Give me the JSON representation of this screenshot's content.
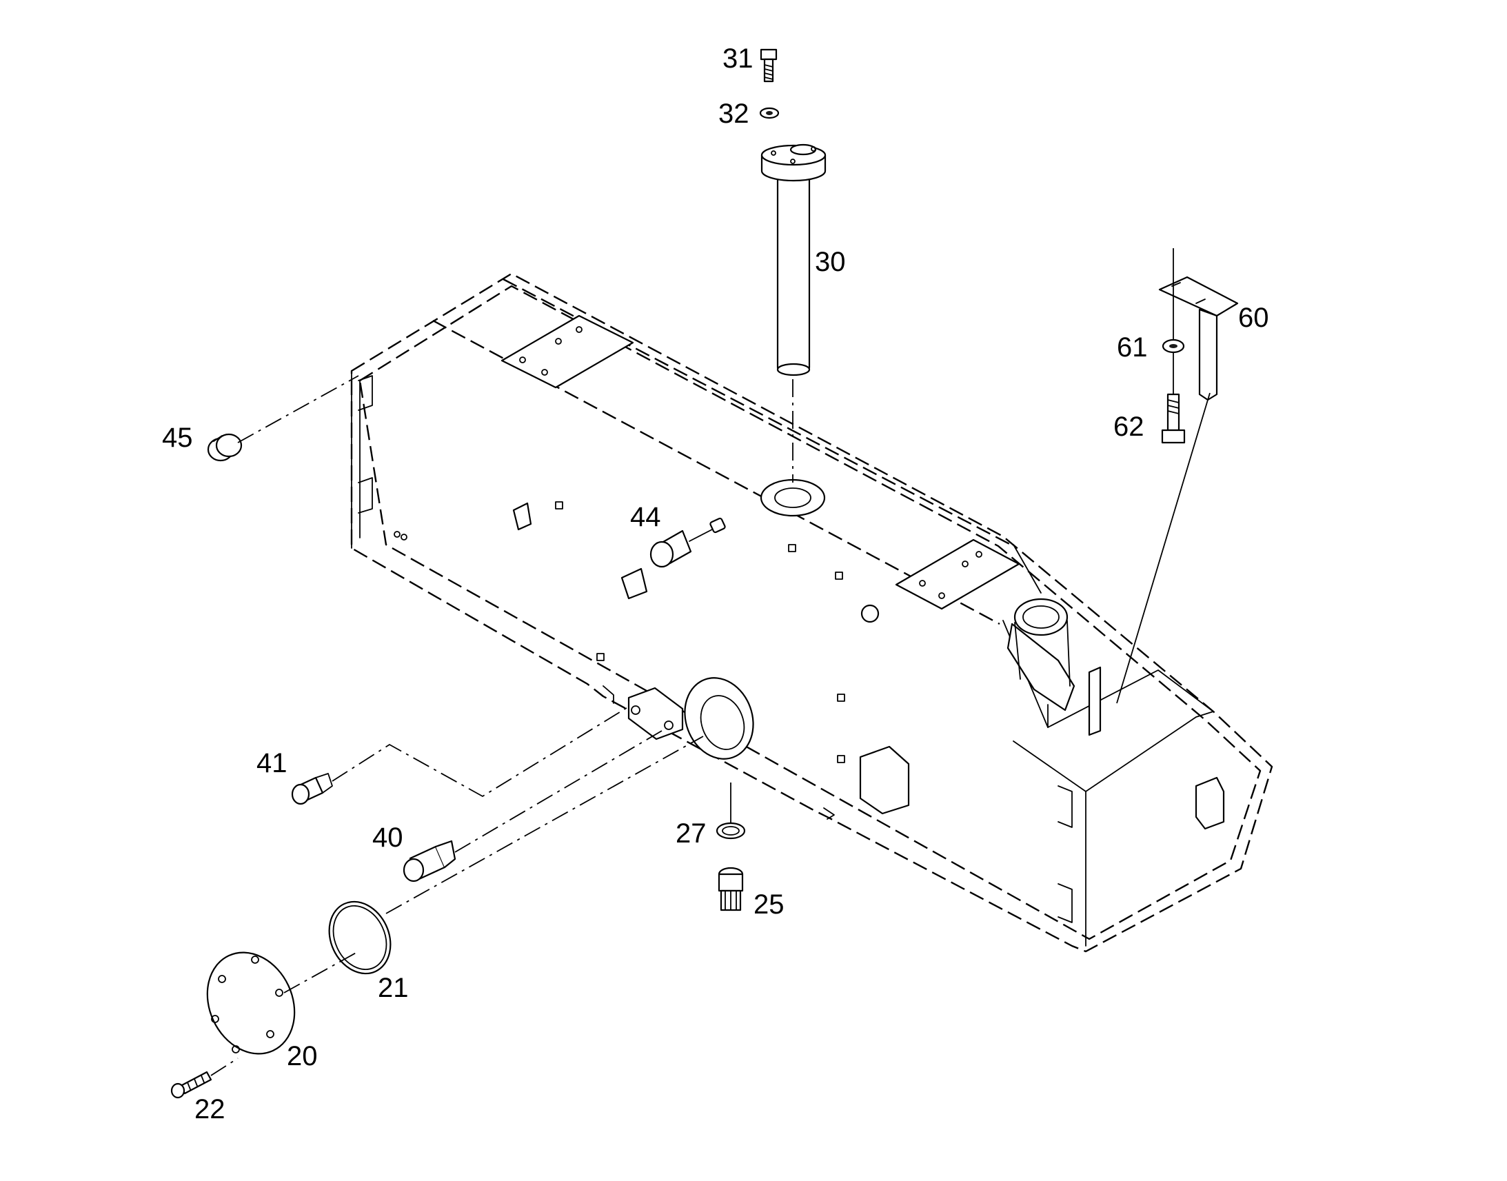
{
  "labels": {
    "p20": "20",
    "p21": "21",
    "p22": "22",
    "p25": "25",
    "p27": "27",
    "p30": "30",
    "p31": "31",
    "p32": "32",
    "p40": "40",
    "p41": "41",
    "p44": "44",
    "p45": "45",
    "p60": "60",
    "p61": "61",
    "p62": "62"
  }
}
